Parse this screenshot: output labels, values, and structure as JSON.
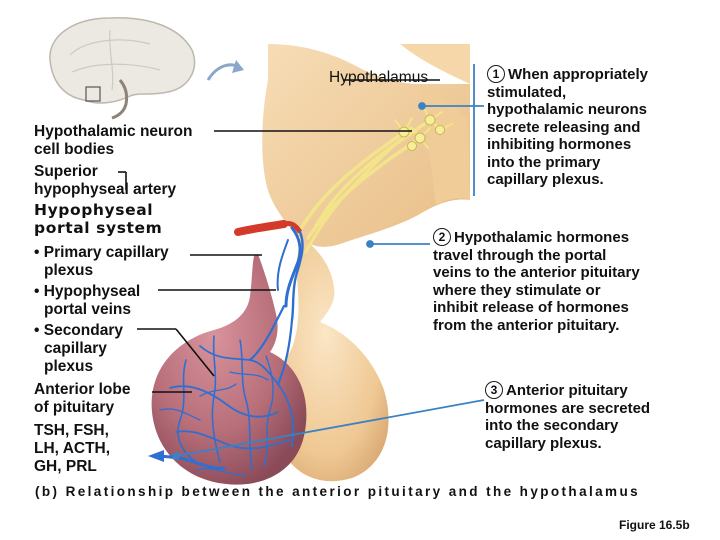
{
  "labels": {
    "hypothalamus": "Hypothalamus",
    "neuron_bodies_1": "Hypothalamic neuron",
    "neuron_bodies_2": "cell bodies",
    "artery_1": "Superior",
    "artery_2": "hypophyseal artery",
    "portal_1": "Hypophyseal",
    "portal_2": "portal system",
    "primary_1": "• Primary capillary",
    "primary_2": "plexus",
    "veins_1": "• Hypophyseal",
    "veins_2": "portal veins",
    "secondary_1": "• Secondary",
    "secondary_2": "capillary",
    "secondary_3": "plexus",
    "anterior_1": "Anterior lobe",
    "anterior_2": "of pituitary",
    "hormones_1": "TSH, FSH,",
    "hormones_2": "LH, ACTH,",
    "hormones_3": "GH, PRL"
  },
  "steps": [
    {
      "number": "1",
      "lines": [
        "When appropriately",
        "stimulated,",
        "hypothalamic neurons",
        "secrete releasing and",
        "inhibiting hormones",
        "into the primary",
        "capillary plexus."
      ]
    },
    {
      "number": "2",
      "lines": [
        "Hypothalamic hormones",
        "travel through the portal",
        "veins to the anterior pituitary",
        "where they stimulate or",
        "inhibit release of hormones",
        "from the anterior pituitary."
      ]
    },
    {
      "number": "3",
      "lines": [
        "Anterior pituitary",
        "hormones are secreted",
        "into the secondary",
        "capillary plexus."
      ]
    }
  ],
  "caption": "(b) Relationship between the anterior pituitary and the hypothalamus",
  "figure_label": "Figure 16.5b",
  "colors": {
    "tissue": "#f2cfa0",
    "tissue_dark": "#e0b57d",
    "anterior_lobe": "#b86f7a",
    "vessels": "#2f6fd0",
    "artery": "#d33a2a",
    "neuron_fibers": "#f3e48a",
    "leader_blue": "#3b82c4"
  }
}
